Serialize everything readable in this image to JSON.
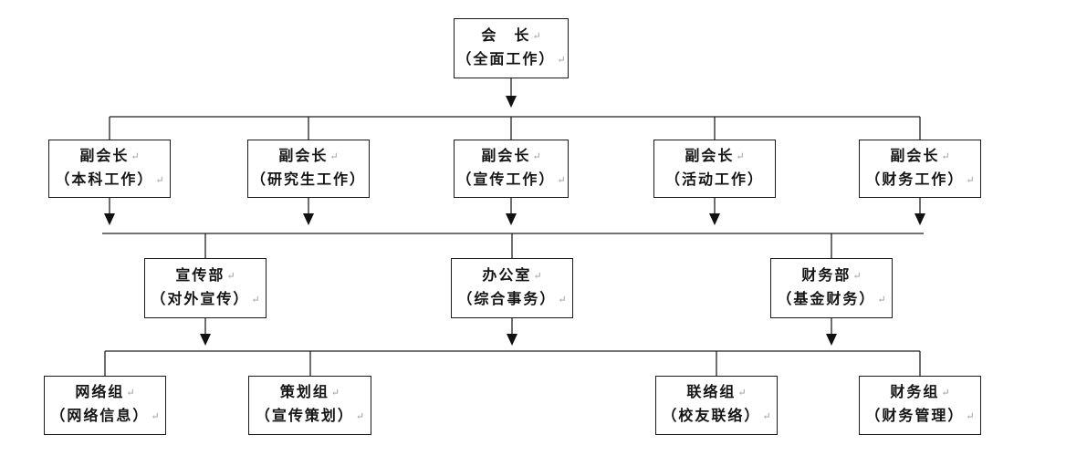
{
  "diagram": {
    "paragraph_mark": "↵",
    "line_color": "#1f1f1f",
    "background_color": "#ffffff",
    "nodes": {
      "president": {
        "title": "会　长",
        "subtitle": "（全面工作）"
      },
      "vice_presidents": [
        {
          "title": "副会长",
          "subtitle": "（本科工作）"
        },
        {
          "title": "副会长",
          "subtitle": "（研究生工作）"
        },
        {
          "title": "副会长",
          "subtitle": "（宣传工作）"
        },
        {
          "title": "副会长",
          "subtitle": "（活动工作）"
        },
        {
          "title": "副会长",
          "subtitle": "（财务工作）"
        }
      ],
      "departments": [
        {
          "title": "宣传部",
          "subtitle": "（对外宣传）"
        },
        {
          "title": "办公室",
          "subtitle": "（综合事务）"
        },
        {
          "title": "财务部",
          "subtitle": "（基金财务）"
        }
      ],
      "teams": [
        {
          "title": "网络组",
          "subtitle": "（网络信息）"
        },
        {
          "title": "策划组",
          "subtitle": "（宣传策划）"
        },
        {
          "title": "联络组",
          "subtitle": "（校友联络）"
        },
        {
          "title": "财务组",
          "subtitle": "（财务管理）"
        }
      ]
    }
  }
}
